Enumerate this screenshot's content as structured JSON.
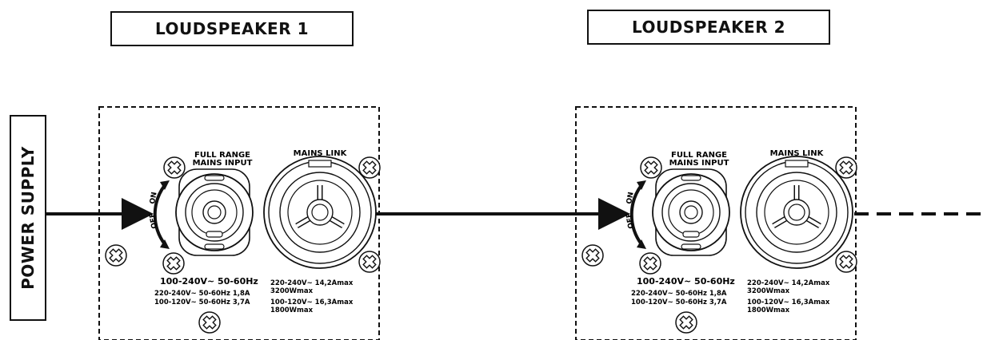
{
  "labels": {
    "loudspeaker_1": "LOUDSPEAKER 1",
    "loudspeaker_2": "LOUDSPEAKER 2",
    "power_supply": "POWER SUPPLY"
  },
  "panel": {
    "input_title_line1": "FULL RANGE",
    "input_title_line2": "MAINS INPUT",
    "link_title": "MAINS LINK",
    "switch_on": "ON",
    "switch_off": "OFF",
    "input_rating_main": "100-240V~ 50-60Hz",
    "input_rating_220": "220-240V~ 50-60Hz 1,8A",
    "input_rating_100": "100-120V~ 50-60Hz 3,7A",
    "link_rating_220_a": "220-240V~ 14,2Amax",
    "link_rating_220_b": "3200Wmax",
    "link_rating_100_a": "100-120V~ 16,3Amax",
    "link_rating_100_b": "1800Wmax"
  },
  "colors": {
    "ink": "#111111",
    "background": "#ffffff"
  }
}
